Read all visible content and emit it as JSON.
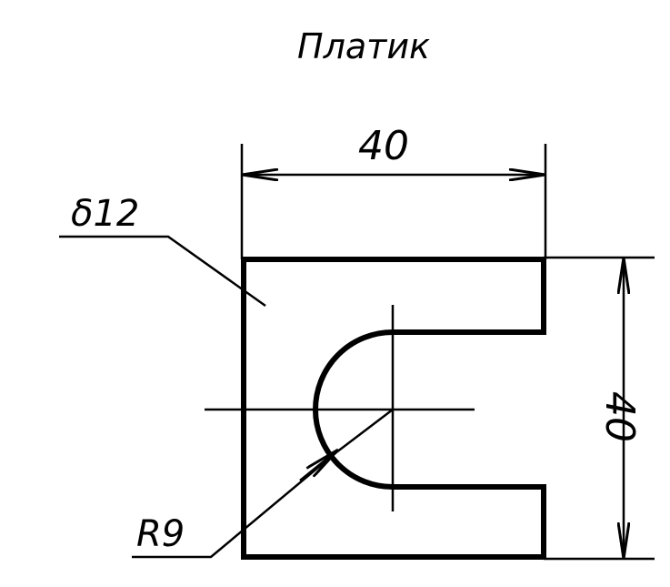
{
  "title": "Платик",
  "dimensions": {
    "width": "40",
    "height": "40",
    "thickness": "δ12",
    "radius": "R9"
  },
  "colors": {
    "line": "#000000",
    "background": "#ffffff"
  }
}
